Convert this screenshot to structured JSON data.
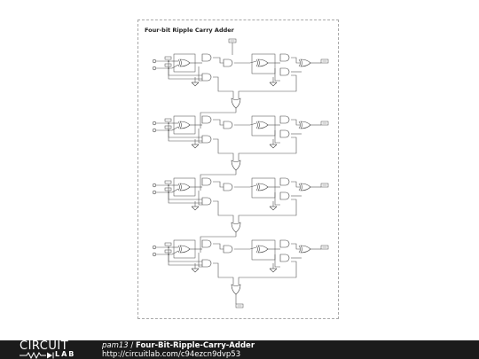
{
  "diagram": {
    "title": "Four-bit Ripple Carry Adder",
    "stage_count": 4,
    "colors": {
      "wire": "#555555",
      "gate_fill": "#ffffff",
      "gate_stroke": "#444444",
      "sheet_border": "#a8a8a8",
      "footer_bg": "#1b1b1b",
      "footer_text": "#ffffff"
    }
  },
  "footer": {
    "brand_top": "CIRCUIT",
    "brand_bottom": "LAB",
    "user": "pam13",
    "separator": " / ",
    "circuit_title": "Four-Bit-Ripple-Carry-Adder",
    "url": "http://circuitlab.com/c94ezcn9dvp53"
  }
}
